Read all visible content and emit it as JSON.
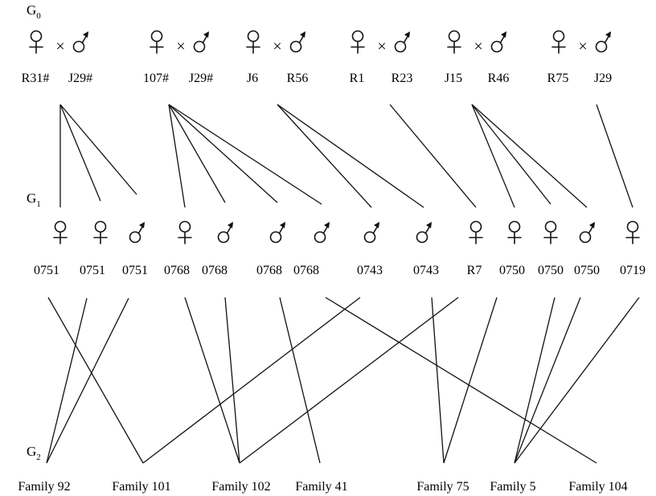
{
  "generations": {
    "g0": {
      "letter": "G",
      "sub": "0"
    },
    "g1": {
      "letter": "G",
      "sub": "1"
    },
    "g2": {
      "letter": "G",
      "sub": "2"
    }
  },
  "cross_symbol": "×",
  "g0_crosses": [
    {
      "female": "R31#",
      "male": "J29#"
    },
    {
      "female": "107#",
      "male": "J29#"
    },
    {
      "female": "J6",
      "male": "R56"
    },
    {
      "female": "R1",
      "male": "R23"
    },
    {
      "female": "J15",
      "male": "R46"
    },
    {
      "female": "R75",
      "male": "J29"
    }
  ],
  "g1_individuals": [
    {
      "sex": "female",
      "label": "0751"
    },
    {
      "sex": "female",
      "label": "0751"
    },
    {
      "sex": "male",
      "label": "0751"
    },
    {
      "sex": "female",
      "label": "0768"
    },
    {
      "sex": "male",
      "label": "0768"
    },
    {
      "sex": "male",
      "label": "0768"
    },
    {
      "sex": "male",
      "label": "0768"
    },
    {
      "sex": "male",
      "label": "0743"
    },
    {
      "sex": "male",
      "label": "0743"
    },
    {
      "sex": "female",
      "label": "R7"
    },
    {
      "sex": "female",
      "label": "0750"
    },
    {
      "sex": "female",
      "label": "0750"
    },
    {
      "sex": "male",
      "label": "0750"
    },
    {
      "sex": "female",
      "label": "0719"
    }
  ],
  "g2_families": [
    "Family 92",
    "Family 101",
    "Family 102",
    "Family 41",
    "Family 75",
    "Family 5",
    "Family 104"
  ],
  "g0_to_g1_links": [
    [
      0,
      0
    ],
    [
      0,
      1
    ],
    [
      0,
      2
    ],
    [
      1,
      3
    ],
    [
      1,
      4
    ],
    [
      1,
      5
    ],
    [
      1,
      6
    ],
    [
      2,
      7
    ],
    [
      2,
      8
    ],
    [
      3,
      9
    ],
    [
      4,
      10
    ],
    [
      4,
      11
    ],
    [
      4,
      12
    ],
    [
      5,
      13
    ]
  ],
  "g1_to_g2_links": [
    [
      0,
      1
    ],
    [
      1,
      0
    ],
    [
      2,
      0
    ],
    [
      3,
      2
    ],
    [
      4,
      2
    ],
    [
      5,
      3
    ],
    [
      6,
      6
    ],
    [
      7,
      1
    ],
    [
      8,
      4
    ],
    [
      9,
      2
    ],
    [
      10,
      4
    ],
    [
      11,
      5
    ],
    [
      12,
      5
    ],
    [
      13,
      5
    ]
  ]
}
